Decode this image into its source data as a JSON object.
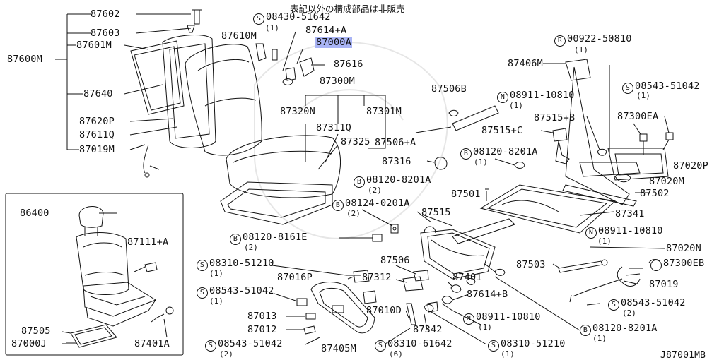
{
  "header_note": "表記以外の構成部品は非販売",
  "footer_code": "J87001MB",
  "highlight_color": "#a9b4f5",
  "labels": [
    {
      "id": "p87602",
      "text": "87602"
    },
    {
      "id": "p87603",
      "text": "87603"
    },
    {
      "id": "p87601m",
      "text": "87601M"
    },
    {
      "id": "p87600m",
      "text": "87600M"
    },
    {
      "id": "p87640",
      "text": "87640"
    },
    {
      "id": "p87620p",
      "text": "87620P"
    },
    {
      "id": "p87611q",
      "text": "87611Q"
    },
    {
      "id": "p87019m",
      "text": "87019M"
    },
    {
      "id": "p08430",
      "prefix": "S",
      "text": "08430-51642"
    },
    {
      "id": "p08430q",
      "text": "(1)"
    },
    {
      "id": "p87610m",
      "text": "87610M"
    },
    {
      "id": "p87614a",
      "text": "87614+A"
    },
    {
      "id": "p87000a",
      "text": "87000A"
    },
    {
      "id": "p87616",
      "text": "87616"
    },
    {
      "id": "p87300m",
      "text": "87300M"
    },
    {
      "id": "p87320n",
      "text": "87320N"
    },
    {
      "id": "p87301m",
      "text": "87301M"
    },
    {
      "id": "p87311q",
      "text": "87311Q"
    },
    {
      "id": "p87325",
      "text": "87325"
    },
    {
      "id": "p87316",
      "text": "87316"
    },
    {
      "id": "p08120a",
      "prefix": "B",
      "text": "08120-8201A"
    },
    {
      "id": "p08120aq",
      "text": "(2)"
    },
    {
      "id": "p08124",
      "prefix": "B",
      "text": "08124-0201A"
    },
    {
      "id": "p08124q",
      "text": "(2)"
    },
    {
      "id": "p08120e",
      "prefix": "B",
      "text": "08120-8161E"
    },
    {
      "id": "p08120eq",
      "text": "(2)"
    },
    {
      "id": "p87506b",
      "text": "87506B"
    },
    {
      "id": "p87506a",
      "text": "87506+A"
    },
    {
      "id": "p08911a",
      "prefix": "N",
      "text": "08911-10810"
    },
    {
      "id": "p08911aq",
      "text": "(1)"
    },
    {
      "id": "p87515b",
      "text": "87515+B"
    },
    {
      "id": "p87515c",
      "text": "87515+C"
    },
    {
      "id": "p08120b",
      "prefix": "B",
      "text": "08120-8201A"
    },
    {
      "id": "p08120bq",
      "text": "(1)"
    },
    {
      "id": "p00922",
      "prefix": "R",
      "text": "00922-50810"
    },
    {
      "id": "p00922q",
      "text": "(1)"
    },
    {
      "id": "p87406m",
      "text": "87406M"
    },
    {
      "id": "p08543a",
      "prefix": "S",
      "text": "08543-51042"
    },
    {
      "id": "p08543aq",
      "text": "(1)"
    },
    {
      "id": "p87300ea",
      "text": "87300EA"
    },
    {
      "id": "p87020p",
      "text": "87020P"
    },
    {
      "id": "p87020m",
      "text": "87020M"
    },
    {
      "id": "p87502",
      "text": "87502"
    },
    {
      "id": "p87501",
      "text": "87501"
    },
    {
      "id": "p87515",
      "text": "87515"
    },
    {
      "id": "p87341",
      "text": "87341"
    },
    {
      "id": "p08911b",
      "prefix": "N",
      "text": "08911-10810"
    },
    {
      "id": "p08911bq",
      "text": "(1)"
    },
    {
      "id": "p87020n",
      "text": "87020N"
    },
    {
      "id": "p87300eb",
      "text": "87300EB"
    },
    {
      "id": "p87503",
      "text": "87503"
    },
    {
      "id": "p87019",
      "text": "87019"
    },
    {
      "id": "p08543c",
      "prefix": "S",
      "text": "08543-51042"
    },
    {
      "id": "p08543cq",
      "text": "(2)"
    },
    {
      "id": "p08120c",
      "prefix": "B",
      "text": "08120-8201A"
    },
    {
      "id": "p08120cq",
      "text": "(1)"
    },
    {
      "id": "p87506",
      "text": "87506"
    },
    {
      "id": "p87401",
      "text": "87401"
    },
    {
      "id": "p87312",
      "text": "87312"
    },
    {
      "id": "p87016p",
      "text": "87016P"
    },
    {
      "id": "p08310a",
      "prefix": "S",
      "text": "08310-51210"
    },
    {
      "id": "p08310aq",
      "text": "(1)"
    },
    {
      "id": "p08543b",
      "prefix": "S",
      "text": "08543-51042"
    },
    {
      "id": "p08543bq",
      "text": "(1)"
    },
    {
      "id": "p87013",
      "text": "87013"
    },
    {
      "id": "p87012",
      "text": "87012"
    },
    {
      "id": "p87010d",
      "text": "87010D"
    },
    {
      "id": "p87342",
      "text": "87342"
    },
    {
      "id": "p87614b",
      "text": "87614+B"
    },
    {
      "id": "p08911c",
      "prefix": "N",
      "text": "08911-10810"
    },
    {
      "id": "p08911cq",
      "text": "(1)"
    },
    {
      "id": "p08543d",
      "prefix": "S",
      "text": "08543-51042"
    },
    {
      "id": "p08543dq",
      "text": "(2)"
    },
    {
      "id": "p87405m",
      "text": "87405M"
    },
    {
      "id": "p08310b",
      "prefix": "S",
      "text": "08310-61642"
    },
    {
      "id": "p08310bq",
      "text": "(6)"
    },
    {
      "id": "p08310c",
      "prefix": "S",
      "text": "08310-51210"
    },
    {
      "id": "p08310cq",
      "text": "(1)"
    },
    {
      "id": "p86400",
      "text": "86400"
    },
    {
      "id": "p87111a",
      "text": "87111+A"
    },
    {
      "id": "p87505",
      "text": "87505"
    },
    {
      "id": "p87000j",
      "text": "87000J"
    },
    {
      "id": "p87401a",
      "text": "87401A"
    }
  ]
}
